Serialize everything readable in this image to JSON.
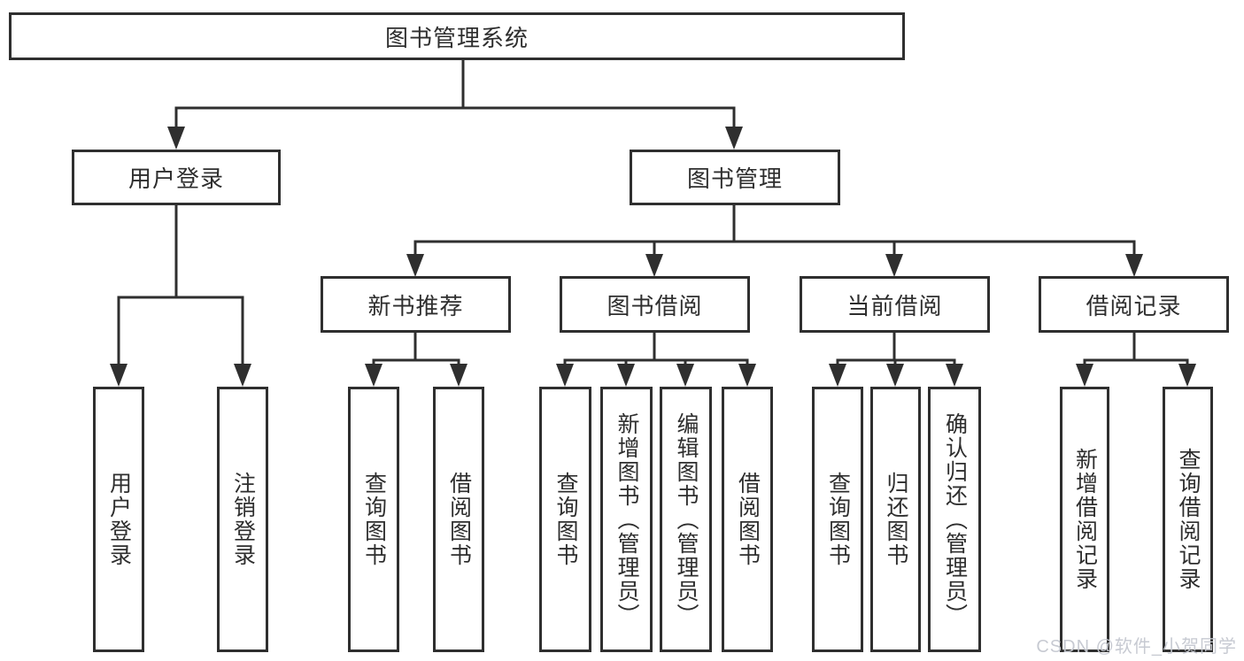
{
  "colors": {
    "line": "#2f2f2f",
    "text": "#2e2e2e",
    "box_background": "#ffffff",
    "watermark": "#c5c8d0"
  },
  "tree": {
    "root": {
      "label": "图书管理系统",
      "children": [
        {
          "label": "用户登录",
          "children": [
            {
              "label": "用户登录"
            },
            {
              "label": "注销登录"
            }
          ]
        },
        {
          "label": "图书管理",
          "children": [
            {
              "label": "新书推荐",
              "children": [
                {
                  "label": "查询图书"
                },
                {
                  "label": "借阅图书"
                }
              ]
            },
            {
              "label": "图书借阅",
              "children": [
                {
                  "label": "查询图书"
                },
                {
                  "label": "新增图书（管理员）"
                },
                {
                  "label": "编辑图书（管理员）"
                },
                {
                  "label": "借阅图书"
                }
              ]
            },
            {
              "label": "当前借阅",
              "children": [
                {
                  "label": "查询图书"
                },
                {
                  "label": "归还图书"
                },
                {
                  "label": "确认归还（管理员）"
                }
              ]
            },
            {
              "label": "借阅记录",
              "children": [
                {
                  "label": "新增借阅记录"
                },
                {
                  "label": "查询借阅记录"
                }
              ]
            }
          ]
        }
      ]
    }
  },
  "watermark": {
    "text": "CSDN @软件_小贺同学"
  }
}
